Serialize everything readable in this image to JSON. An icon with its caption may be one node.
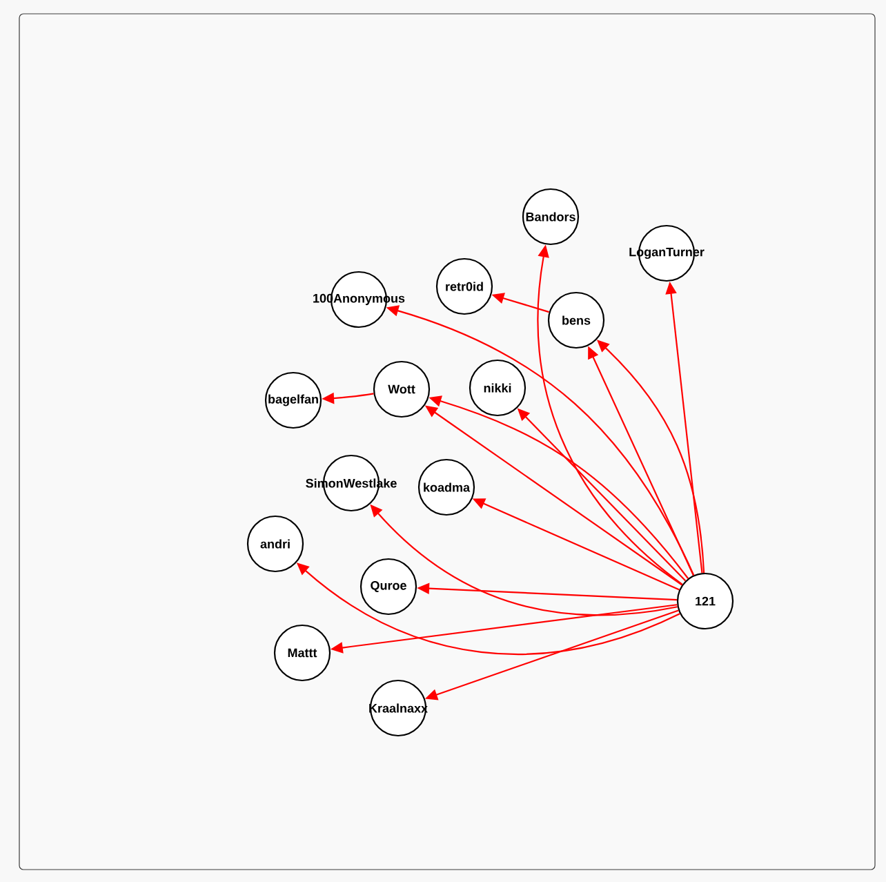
{
  "diagram": {
    "nodes": [
      {
        "text": [
          "Bandors"
        ]
      },
      {
        "text": [
          "LoganTurner"
        ]
      },
      {
        "text": [
          "retr0id"
        ]
      },
      {
        "text": [
          "100Anonymous"
        ]
      },
      {
        "text": [
          "bens"
        ]
      },
      {
        "text": [
          "nikki"
        ]
      },
      {
        "text": [
          "Wott"
        ]
      },
      {
        "text": [
          "bagelfan"
        ]
      },
      {
        "text": [
          "SimonWestlake"
        ]
      },
      {
        "text": [
          "koadma"
        ]
      },
      {
        "text": [
          "andri"
        ]
      },
      {
        "text": [
          "Quroe"
        ]
      },
      {
        "text": [
          "121"
        ]
      },
      {
        "text": [
          "Mattt"
        ]
      },
      {
        "text": [
          "Kraalnaxx"
        ]
      }
    ],
    "edges": [
      {
        "from": 12,
        "to": 0,
        "arrow": "to"
      },
      {
        "from": 12,
        "to": 1,
        "arrow": "to"
      },
      {
        "from": 4,
        "to": 2,
        "arrow": "to"
      },
      {
        "from": 12,
        "to": 3,
        "arrow": "to"
      },
      {
        "from": 12,
        "to": 4,
        "arrow": "to"
      },
      {
        "from": 12,
        "to": 4,
        "arrow": "to"
      },
      {
        "from": 12,
        "to": 5,
        "arrow": "to"
      },
      {
        "from": 12,
        "to": 6,
        "arrow": "to"
      },
      {
        "from": 12,
        "to": 6,
        "arrow": "to"
      },
      {
        "from": 6,
        "to": 7,
        "arrow": "to"
      },
      {
        "from": 12,
        "to": 9,
        "arrow": "to"
      },
      {
        "from": 12,
        "to": 8,
        "arrow": "to"
      },
      {
        "from": 12,
        "to": 10,
        "arrow": "to"
      },
      {
        "from": 12,
        "to": 11,
        "arrow": "to"
      },
      {
        "from": 12,
        "to": 13,
        "arrow": "to"
      },
      {
        "from": 12,
        "to": 14,
        "arrow": "to"
      }
    ]
  }
}
